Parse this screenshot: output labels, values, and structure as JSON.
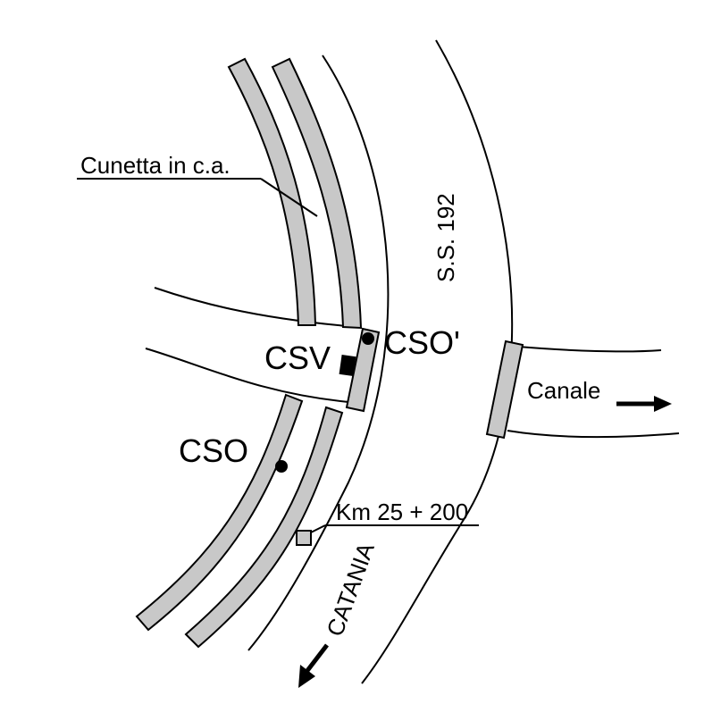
{
  "labels": {
    "cunetta": "Cunetta in c.a.",
    "road": "S.S. 192",
    "cso_prime": "CSO'",
    "csv": "CSV",
    "cso": "CSO",
    "canale": "Canale",
    "km": "Km 25 + 200",
    "catania": "CATANIA"
  },
  "colors": {
    "line": "#000000",
    "fill_gray": "#c8c8c8",
    "background": "#ffffff"
  }
}
